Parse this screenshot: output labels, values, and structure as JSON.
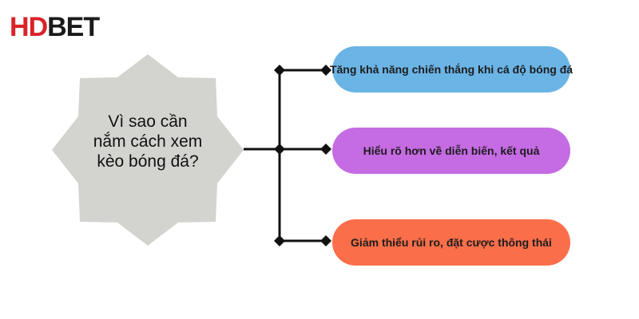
{
  "logo": {
    "text_part1": "H",
    "text_part2": "D",
    "text_part3": "BET"
  },
  "central": {
    "text": "Vì sao cần nắm cách xem kèo bóng đá?",
    "fill": "#d3d3d0"
  },
  "branches": [
    {
      "label": "Tăng khả năng chiến thắng khi cá độ bóng đá",
      "color": "#6bb4e6"
    },
    {
      "label": "Hiểu rõ hơn về diễn biến, kết quả",
      "color": "#c56be3"
    },
    {
      "label": "Giảm thiểu rủi ro, đặt cược thông thái",
      "color": "#fa6e4a"
    }
  ],
  "connector_color": "#111111"
}
